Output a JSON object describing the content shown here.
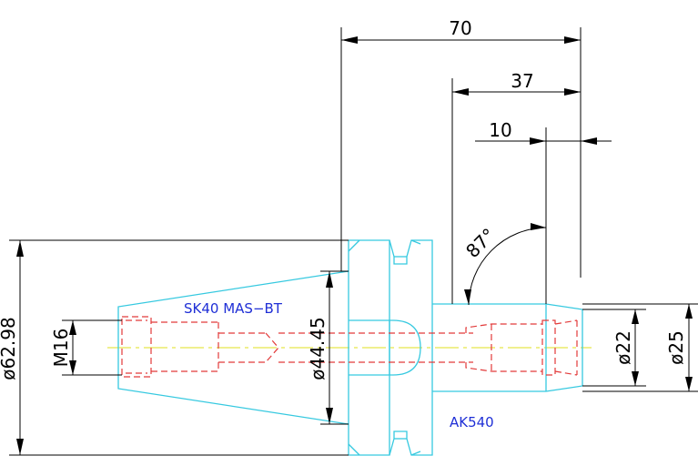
{
  "dimensions": {
    "length_overall": "70",
    "length_collet": "37",
    "length_tip": "10",
    "angle": "87°",
    "dia_flange": "ø62.98",
    "dia_taper": "ø44.45",
    "thread": "M16",
    "dia_22": "ø22",
    "dia_25": "ø25"
  },
  "labels": {
    "shank_type": "SK40 MAS−BT",
    "collet_type": "AK540"
  },
  "colors": {
    "background": "#ffffff",
    "dimension": "#000000",
    "outline": "#36c9e0",
    "hidden": "#e23a3a",
    "centerline": "#e8e84a",
    "label": "#1f2fd6"
  }
}
